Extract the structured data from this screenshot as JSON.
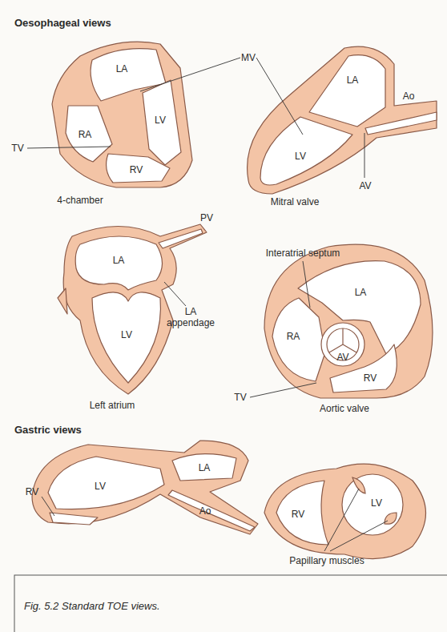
{
  "diagram": {
    "caption": "Fig. 5.2 Standard TOE views.",
    "labels": [
      "Oesophageal views",
      "LA",
      "MV",
      "LV",
      "RA",
      "TV",
      "RV",
      "4-chamber",
      "LA",
      "LV",
      "Ao",
      "AV",
      "Mitral valve",
      "PV",
      "LA",
      "LA appendage",
      "Interatrial septum",
      "LV",
      "LA",
      "RA",
      "AV",
      "RV",
      "TV",
      "Left atrium",
      "Aortic valve",
      "Gastric views",
      "LA",
      "LV",
      "RV",
      "Ao",
      "RV",
      "LV",
      "Papillary muscles"
    ]
  }
}
